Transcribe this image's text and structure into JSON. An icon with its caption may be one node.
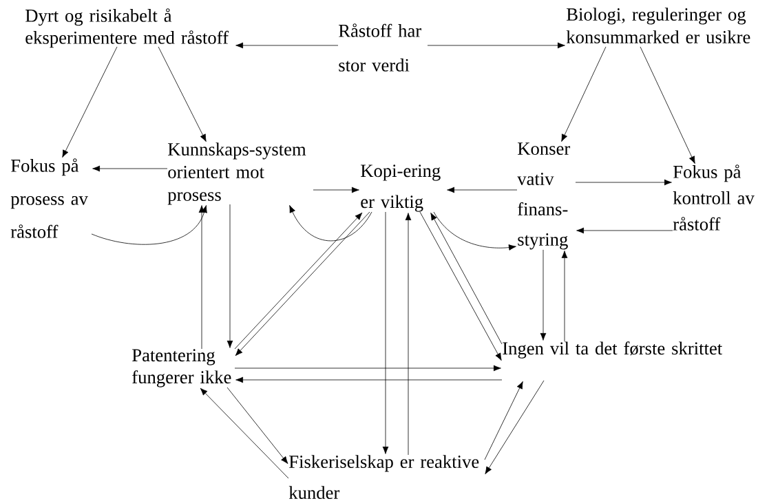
{
  "diagram": {
    "nodes": [
      {
        "text": [
          "Dyrt og risikabelt å eksperimentere med råstoff"
        ]
      },
      {
        "text": [
          "Råstoff har stor verdi"
        ]
      },
      {
        "text": [
          "Biologi, reguleringer og konsummarked er usikre"
        ]
      },
      {
        "text": [
          "Fokus på prosess av råstoff"
        ]
      },
      {
        "text": [
          "Kunnskaps-system orientert mot prosess"
        ]
      },
      {
        "text": [
          "Kopi-ering er viktig"
        ]
      },
      {
        "text": [
          "Konser vativ finans-styring"
        ]
      },
      {
        "text": [
          "Fokus på kontroll av råstoff"
        ]
      },
      {
        "text": [
          "Patentering fungerer ikke"
        ]
      },
      {
        "text": [
          "Ingen vil ta det første skrittet"
        ]
      },
      {
        "text": [
          "Fiskeriselskap er reaktive kunder"
        ]
      }
    ],
    "edges": [
      {
        "from": 1,
        "to": 0,
        "arrow": "to"
      },
      {
        "from": 1,
        "to": 2,
        "arrow": "to"
      },
      {
        "from": 0,
        "to": 3,
        "arrow": "to"
      },
      {
        "from": 0,
        "to": 4,
        "arrow": "to"
      },
      {
        "from": 2,
        "to": 6,
        "arrow": "to"
      },
      {
        "from": 2,
        "to": 7,
        "arrow": "to"
      },
      {
        "from": 4,
        "to": 3,
        "arrow": "to"
      },
      {
        "from": 4,
        "to": 5,
        "arrow": "to"
      },
      {
        "from": 6,
        "to": 5,
        "arrow": "to"
      },
      {
        "from": 6,
        "to": 7,
        "arrow": "to"
      },
      {
        "from": 7,
        "to": 6,
        "arrow": "to"
      },
      {
        "from": 3,
        "to": 4,
        "arrow": "to"
      },
      {
        "from": 5,
        "to": 4,
        "arrow": "to"
      },
      {
        "from": 5,
        "to": 6,
        "arrow": "to"
      },
      {
        "from": 4,
        "to": 8,
        "arrow": "to"
      },
      {
        "from": 8,
        "to": 4,
        "arrow": "to"
      },
      {
        "from": 6,
        "to": 9,
        "arrow": "to"
      },
      {
        "from": 9,
        "to": 6,
        "arrow": "to"
      },
      {
        "from": 8,
        "to": 5,
        "arrow": "to"
      },
      {
        "from": 5,
        "to": 8,
        "arrow": "to"
      },
      {
        "from": 9,
        "to": 5,
        "arrow": "to"
      },
      {
        "from": 5,
        "to": 9,
        "arrow": "to"
      },
      {
        "from": 8,
        "to": 9,
        "arrow": "to"
      },
      {
        "from": 9,
        "to": 8,
        "arrow": "to"
      },
      {
        "from": 5,
        "to": 10,
        "arrow": "to"
      },
      {
        "from": 10,
        "to": 5,
        "arrow": "to"
      },
      {
        "from": 8,
        "to": 10,
        "arrow": "to"
      },
      {
        "from": 10,
        "to": 8,
        "arrow": "to"
      },
      {
        "from": 10,
        "to": 9,
        "arrow": "to"
      },
      {
        "from": 9,
        "to": 10,
        "arrow": "to"
      }
    ]
  }
}
